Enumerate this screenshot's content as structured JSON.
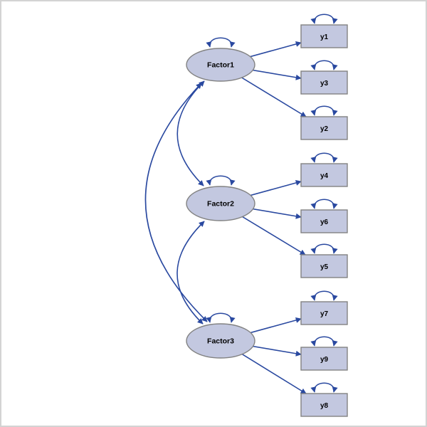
{
  "diagram": {
    "kind": "factor-model-path-diagram",
    "factors": [
      {
        "label": "Factor1",
        "indicators": [
          {
            "label": "y1"
          },
          {
            "label": "y3"
          },
          {
            "label": "y2"
          }
        ]
      },
      {
        "label": "Factor2",
        "indicators": [
          {
            "label": "y4"
          },
          {
            "label": "y6"
          },
          {
            "label": "y5"
          }
        ]
      },
      {
        "label": "Factor3",
        "indicators": [
          {
            "label": "y7"
          },
          {
            "label": "y9"
          },
          {
            "label": "y8"
          }
        ]
      }
    ],
    "covariances": [
      {
        "a": "Factor1",
        "b": "Factor2"
      },
      {
        "a": "Factor2",
        "b": "Factor3"
      },
      {
        "a": "Factor1",
        "b": "Factor3"
      }
    ],
    "variance_loops": [
      "Factor1",
      "Factor2",
      "Factor3",
      "y1",
      "y3",
      "y2",
      "y4",
      "y6",
      "y5",
      "y7",
      "y9",
      "y8"
    ],
    "colors": {
      "node_fill": "#c3c8e0",
      "node_border": "#828282",
      "arrow": "#2a49a0",
      "label_text": "#000000",
      "frame_border": "#d3d3d3",
      "background": "#ffffff"
    }
  }
}
